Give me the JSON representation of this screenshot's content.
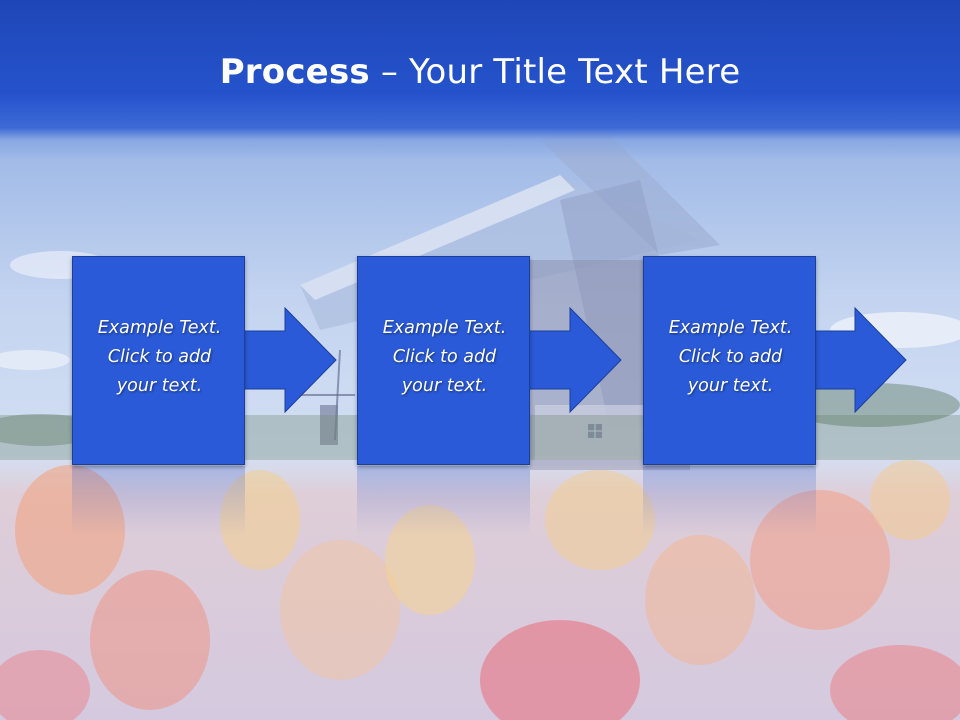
{
  "slide": {
    "title_bold": "Process",
    "title_rest": " – Your Title Text Here"
  },
  "steps": [
    {
      "line1": "Example Text.",
      "line2": "Click  to add",
      "line3": "your text."
    },
    {
      "line1": "Example Text.",
      "line2": "Click  to add",
      "line3": "your text."
    },
    {
      "line1": "Example Text.",
      "line2": "Click  to add",
      "line3": "your text."
    }
  ],
  "colors": {
    "title_band": "#2553cc",
    "block_fill": "#2a5ad8",
    "block_border": "#1a3f9a",
    "text": "#ffffff"
  }
}
